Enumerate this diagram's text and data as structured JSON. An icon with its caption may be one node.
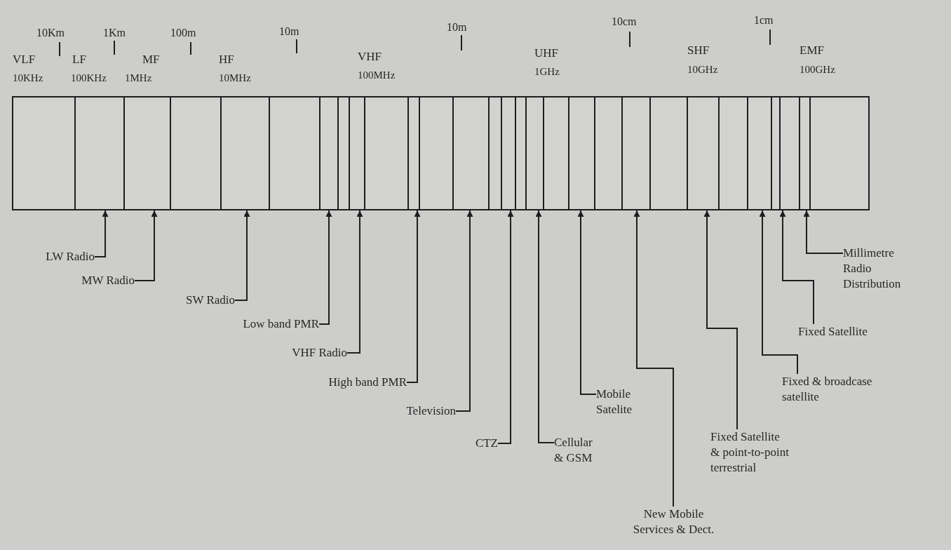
{
  "diagram": {
    "nodes": [
      {
        "text": [],
        "shape": "bar"
      },
      {
        "text": [
          "LW Radio"
        ]
      },
      {
        "text": [
          "MW Radio"
        ]
      },
      {
        "text": [
          "SW Radio"
        ]
      },
      {
        "text": [
          "Low band PMR"
        ]
      },
      {
        "text": [
          "VHF Radio"
        ]
      },
      {
        "text": [
          "High band PMR"
        ]
      },
      {
        "text": [
          "Television"
        ]
      },
      {
        "text": [
          "CTZ"
        ]
      },
      {
        "text": [
          "Cellular & GSM"
        ]
      },
      {
        "text": [
          "Mobile Satelite"
        ]
      },
      {
        "text": [
          "New Mobile Services & Dect."
        ]
      },
      {
        "text": [
          "Fixed Satellite & point-to-point terrestrial"
        ]
      },
      {
        "text": [
          "Fixed & broadcase satellite"
        ]
      },
      {
        "text": [
          "Fixed Satellite"
        ]
      },
      {
        "text": [
          "Millimetre Radio Distribution"
        ]
      }
    ],
    "edges": [
      {
        "from": 1,
        "to": 0,
        "arrow": "to"
      },
      {
        "from": 2,
        "to": 0,
        "arrow": "to"
      },
      {
        "from": 3,
        "to": 0,
        "arrow": "to"
      },
      {
        "from": 4,
        "to": 0,
        "arrow": "to"
      },
      {
        "from": 5,
        "to": 0,
        "arrow": "to"
      },
      {
        "from": 6,
        "to": 0,
        "arrow": "to"
      },
      {
        "from": 7,
        "to": 0,
        "arrow": "to"
      },
      {
        "from": 8,
        "to": 0,
        "arrow": "to"
      },
      {
        "from": 9,
        "to": 0,
        "arrow": "to"
      },
      {
        "from": 10,
        "to": 0,
        "arrow": "to"
      },
      {
        "from": 11,
        "to": 0,
        "arrow": "to"
      },
      {
        "from": 12,
        "to": 0,
        "arrow": "to"
      },
      {
        "from": 13,
        "to": 0,
        "arrow": "to"
      },
      {
        "from": 14,
        "to": 0,
        "arrow": "to"
      },
      {
        "from": 15,
        "to": 0,
        "arrow": "to"
      }
    ],
    "labels": [
      "10Km",
      "1Km",
      "100m",
      "10m",
      "10m",
      "10cm",
      "1cm",
      "VLF",
      "LF",
      "MF",
      "HF",
      "VHF",
      "UHF",
      "SHF",
      "EMF",
      "10KHz",
      "100KHz",
      "1MHz",
      "10MHz",
      "100MHz",
      "1GHz",
      "10GHz",
      "100GHz"
    ]
  }
}
